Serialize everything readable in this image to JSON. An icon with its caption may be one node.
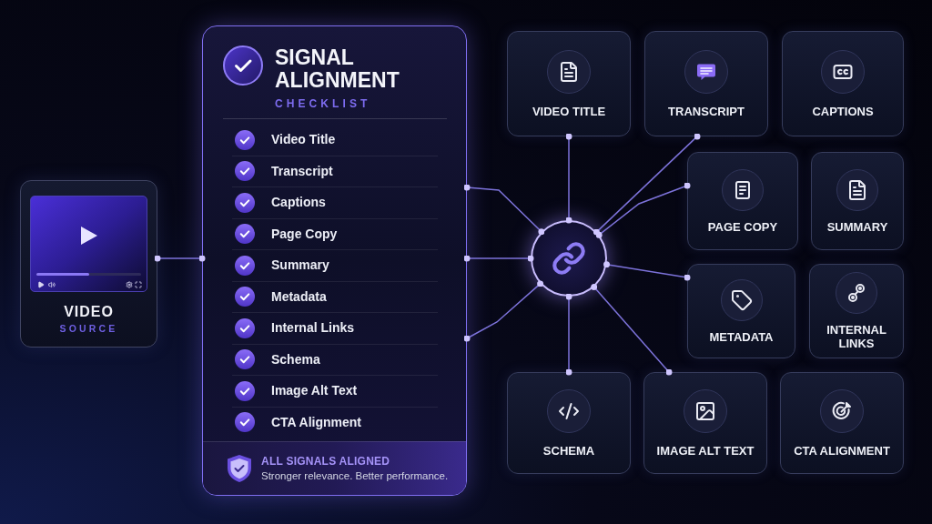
{
  "diagram": {
    "nodes": [
      {
        "text": [
          "VIDEO",
          "SOURCE"
        ]
      },
      {
        "text": [
          "SIGNAL ALIGNMENT",
          "CHECKLIST",
          "Video Title",
          "Transcript",
          "Captions",
          "Page Copy",
          "Summary",
          "Metadata",
          "Internal Links",
          "Schema",
          "Image Alt Text",
          "CTA Alignment"
        ]
      },
      {
        "text": [
          "ALL SIGNALS ALIGNED",
          "Stronger relevance. Better performance."
        ],
        "in": 1
      },
      {
        "text": [],
        "shape": "circle"
      },
      {
        "text": [
          "VIDEO TITLE"
        ]
      },
      {
        "text": [
          "TRANSCRIPT"
        ]
      },
      {
        "text": [
          "CAPTIONS"
        ]
      },
      {
        "text": [
          "PAGE COPY"
        ]
      },
      {
        "text": [
          "SUMMARY"
        ]
      },
      {
        "text": [
          "METADATA"
        ]
      },
      {
        "text": [
          "INTERNAL LINKS"
        ]
      },
      {
        "text": [
          "SCHEMA"
        ]
      },
      {
        "text": [
          "IMAGE ALT TEXT"
        ]
      },
      {
        "text": [
          "CTA ALIGNMENT"
        ]
      }
    ],
    "edges": [
      {
        "from": 0,
        "to": 1,
        "arrow": "other"
      },
      {
        "from": 1,
        "to": 3,
        "arrow": "other"
      },
      {
        "from": 1,
        "to": 3,
        "arrow": "other"
      },
      {
        "from": 1,
        "to": 3,
        "arrow": "other"
      },
      {
        "from": 3,
        "to": 4,
        "arrow": "other"
      },
      {
        "from": 3,
        "to": 5,
        "arrow": "other"
      },
      {
        "from": 3,
        "to": 7,
        "arrow": "other"
      },
      {
        "from": 3,
        "to": 9,
        "arrow": "other"
      },
      {
        "from": 3,
        "to": 11,
        "arrow": "other"
      },
      {
        "from": 3,
        "to": 12,
        "arrow": "other"
      }
    ]
  }
}
